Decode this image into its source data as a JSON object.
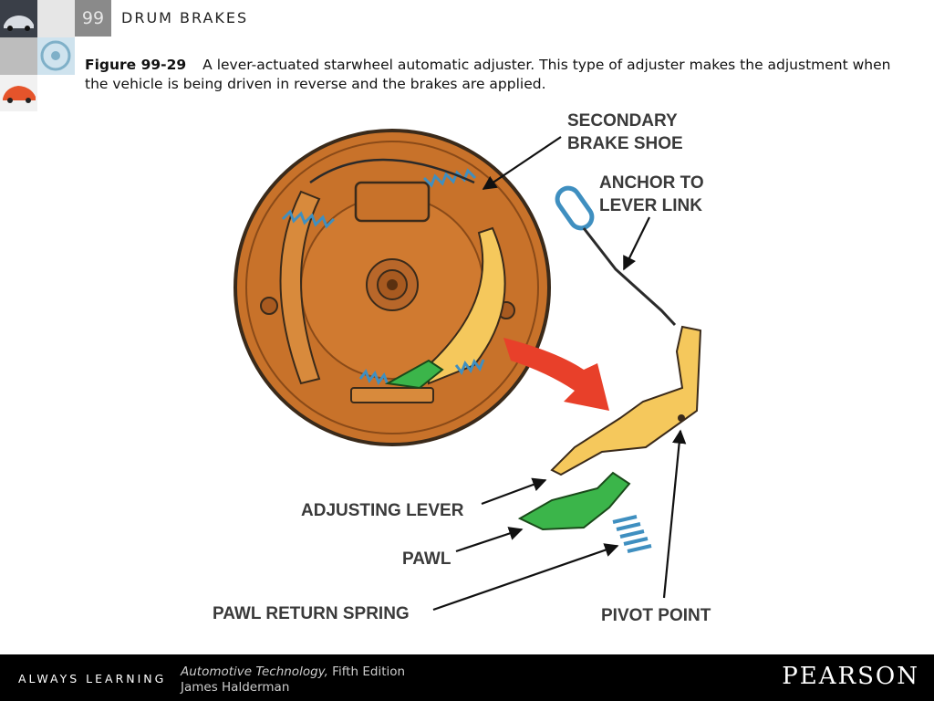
{
  "header": {
    "chapter_number": "99",
    "chapter_title": "DRUM BRAKES"
  },
  "caption": {
    "figure": "Figure 99-29",
    "text": "A lever-actuated starwheel automatic adjuster. This type of adjuster makes the adjustment when the vehicle is being driven in reverse and the brakes are applied."
  },
  "diagram": {
    "labels": {
      "secondary_line1": "SECONDARY",
      "secondary_line2": "BRAKE SHOE",
      "anchor_line1": "ANCHOR TO",
      "anchor_line2": "LEVER LINK",
      "adjusting_lever": "ADJUSTING LEVER",
      "pawl": "PAWL",
      "pawl_return_spring": "PAWL RETURN SPRING",
      "pivot_point": "PIVOT POINT"
    },
    "colors": {
      "backing_plate": "#c8722a",
      "shoe": "#f5c85c",
      "pawl": "#3bb54a",
      "spring": "#3f8fc0",
      "arrow": "#e8402a"
    }
  },
  "footer": {
    "tagline": "ALWAYS LEARNING",
    "book_title": "Automotive Technology,",
    "edition": "Fifth Edition",
    "author": "James Halderman",
    "brand": "PEARSON"
  }
}
